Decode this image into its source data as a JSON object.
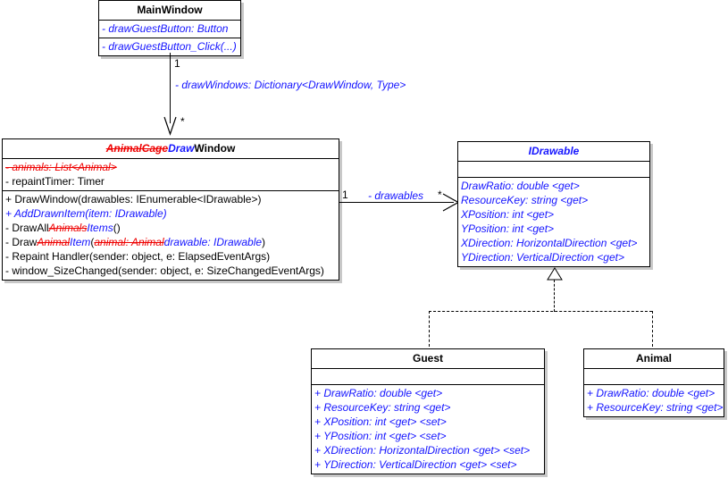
{
  "diagram": {
    "type": "uml-class-diagram",
    "colors": {
      "added": "#1414ff",
      "removed": "#ee0000",
      "unchanged": "#000000",
      "box_border": "#000000",
      "shadow": "#c8c8c8",
      "background": "#ffffff"
    }
  },
  "classes": {
    "main_window": {
      "name": "MainWindow",
      "attributes": [
        {
          "text": "- drawGuestButton: Button",
          "style": "added"
        }
      ],
      "operations": [
        {
          "text": "- drawGuestButton_Click(...)",
          "style": "added"
        }
      ]
    },
    "draw_window": {
      "title_parts": [
        {
          "text": "AnimalCage",
          "style": "removed"
        },
        {
          "text": "Draw",
          "style": "added"
        },
        {
          "text": "Window",
          "style": "unchanged"
        }
      ],
      "attributes": [
        {
          "parts": [
            {
              "text": "- animals: List<Animal>",
              "style": "removed"
            }
          ]
        },
        {
          "parts": [
            {
              "text": "- repaintTimer: Timer",
              "style": "unchanged"
            }
          ]
        }
      ],
      "operations": [
        {
          "parts": [
            {
              "text": "+ DrawWindow(drawables: IEnumerable<IDrawable>)",
              "style": "unchanged"
            }
          ]
        },
        {
          "parts": [
            {
              "text": "+ AddDrawnItem(item: IDrawable)",
              "style": "added"
            }
          ]
        },
        {
          "parts": [
            {
              "text": "- DrawAll",
              "style": "unchanged"
            },
            {
              "text": "Animals",
              "style": "removed"
            },
            {
              "text": "Items",
              "style": "added"
            },
            {
              "text": "()",
              "style": "unchanged"
            }
          ]
        },
        {
          "parts": [
            {
              "text": "- Draw",
              "style": "unchanged"
            },
            {
              "text": "Animal",
              "style": "removed"
            },
            {
              "text": "Item",
              "style": "added"
            },
            {
              "text": "(",
              "style": "unchanged"
            },
            {
              "text": "animal: Animal",
              "style": "removed"
            },
            {
              "text": "drawable: IDrawable",
              "style": "added"
            },
            {
              "text": ")",
              "style": "unchanged"
            }
          ]
        },
        {
          "parts": [
            {
              "text": "- Repaint Handler(sender: object, e: ElapsedEventArgs)",
              "style": "unchanged"
            }
          ]
        },
        {
          "parts": [
            {
              "text": "- window_SizeChanged(sender: object, e: SizeChangedEventArgs)",
              "style": "unchanged"
            }
          ]
        }
      ]
    },
    "idrawable": {
      "name": "IDrawable",
      "attributes": [],
      "operations": [
        {
          "text": "DrawRatio: double <get>",
          "style": "added"
        },
        {
          "text": "ResourceKey: string <get>",
          "style": "added"
        },
        {
          "text": "XPosition: int <get>",
          "style": "added"
        },
        {
          "text": "YPosition: int <get>",
          "style": "added"
        },
        {
          "text": "XDirection: HorizontalDirection <get>",
          "style": "added"
        },
        {
          "text": "YDirection: VerticalDirection <get>",
          "style": "added"
        }
      ]
    },
    "guest": {
      "name": "Guest",
      "attributes": [],
      "operations": [
        {
          "text": "+ DrawRatio: double <get>",
          "style": "added"
        },
        {
          "text": "+ ResourceKey: string <get>",
          "style": "added"
        },
        {
          "text": "+ XPosition: int <get> <set>",
          "style": "added"
        },
        {
          "text": "+ YPosition: int <get> <set>",
          "style": "added"
        },
        {
          "text": "+ XDirection: HorizontalDirection <get> <set>",
          "style": "added"
        },
        {
          "text": "+ YDirection: VerticalDirection <get> <set>",
          "style": "added"
        }
      ]
    },
    "animal": {
      "name": "Animal",
      "attributes": [],
      "operations": [
        {
          "text": "+ DrawRatio: double <get>",
          "style": "added"
        },
        {
          "text": "+ ResourceKey: string <get>",
          "style": "added"
        }
      ]
    }
  },
  "relationships": {
    "main_to_draw": {
      "kind": "association",
      "source_multiplicity": "1",
      "target_multiplicity": "*",
      "role_label": "- drawWindows: Dictionary<DrawWindow, Type>",
      "role_label_style": "added"
    },
    "draw_to_idrawable": {
      "kind": "association",
      "source_multiplicity": "1",
      "target_multiplicity": "*",
      "role_label": "- drawables",
      "role_label_style": "added"
    },
    "guest_realizes": {
      "kind": "realization"
    },
    "animal_realizes": {
      "kind": "realization"
    }
  }
}
